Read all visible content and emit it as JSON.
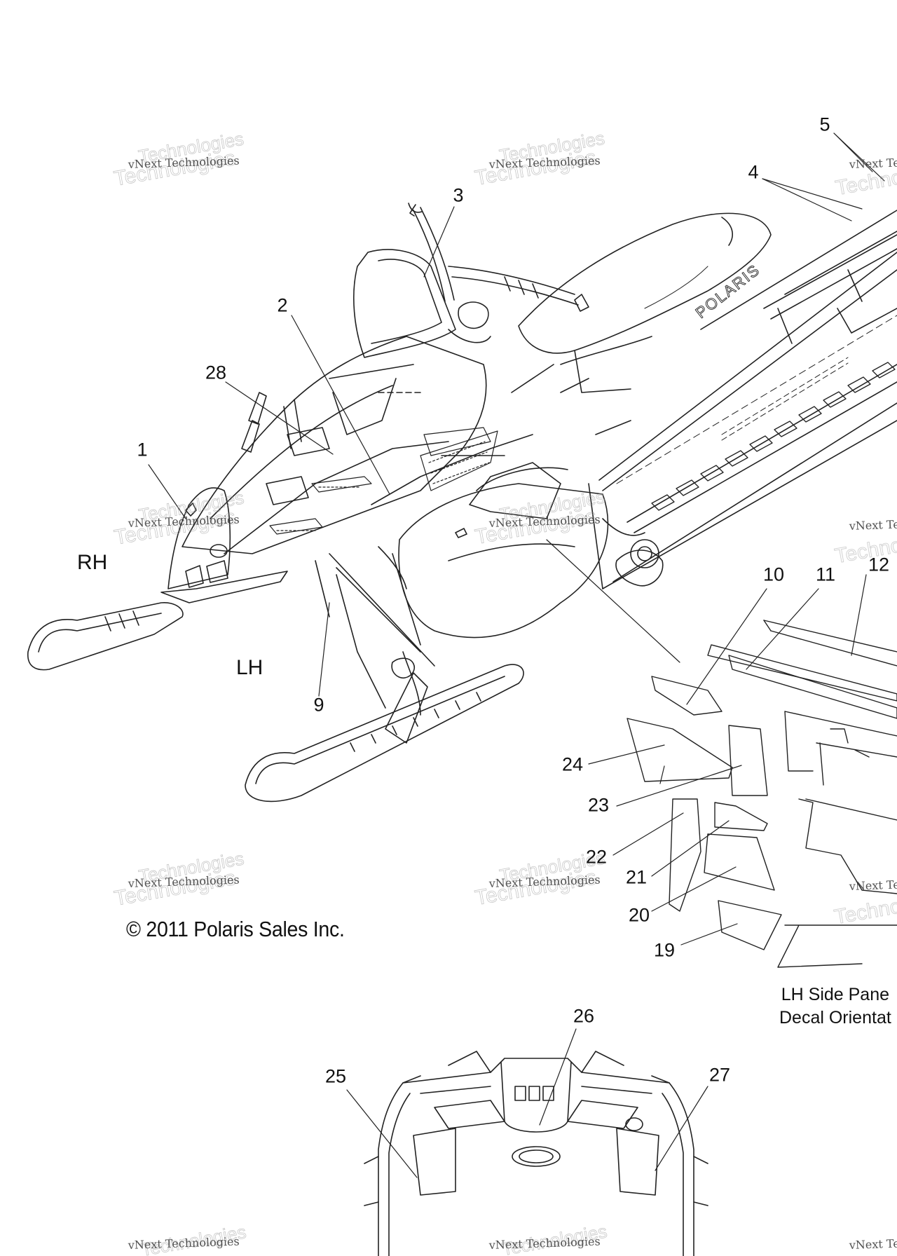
{
  "callouts": {
    "c1": "1",
    "c2": "2",
    "c3": "3",
    "c4": "4",
    "c5": "5",
    "c9": "9",
    "c10": "10",
    "c11": "11",
    "c12": "12",
    "c19": "19",
    "c20": "20",
    "c21": "21",
    "c22": "22",
    "c23": "23",
    "c24": "24",
    "c25": "25",
    "c26": "26",
    "c27": "27",
    "c28": "28"
  },
  "labels": {
    "rh": "RH",
    "lh": "LH",
    "orientation_line1": "LH Side Pane",
    "orientation_line2": "Decal Orientat"
  },
  "copyright": "© 2011 Polaris Sales Inc.",
  "seat_brand": "POLARIS",
  "watermark": {
    "small_text": "vNext Technologies",
    "big_text": "Technologies"
  }
}
